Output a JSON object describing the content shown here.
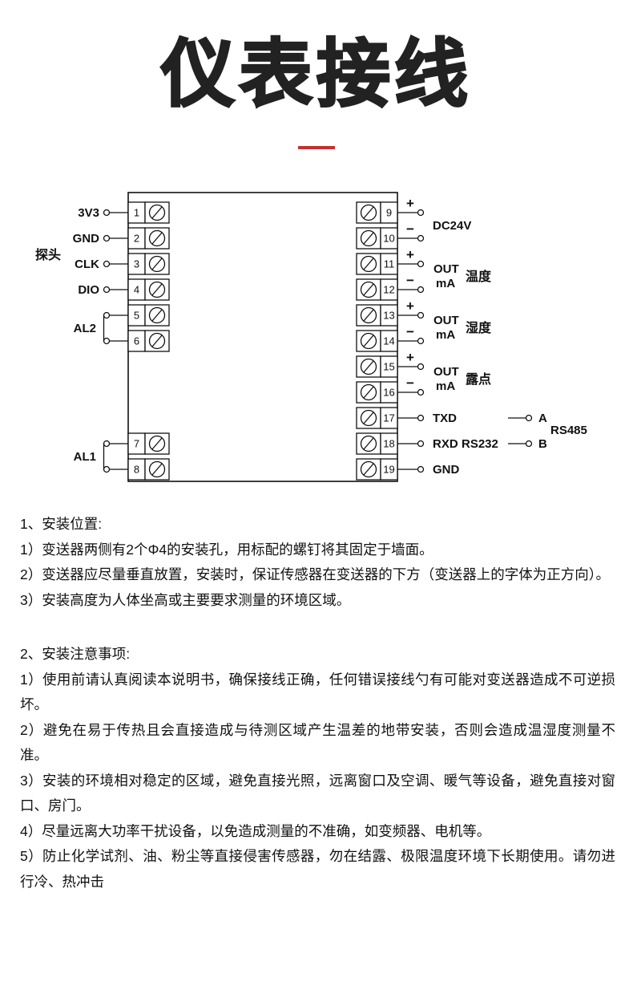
{
  "title": "仪表接线",
  "diagram": {
    "nums": [
      "1",
      "2",
      "3",
      "4",
      "5",
      "6",
      "7",
      "8",
      "9",
      "10",
      "11",
      "12",
      "13",
      "14",
      "15",
      "16",
      "17",
      "18",
      "19"
    ],
    "probe": "探头",
    "left_labels": [
      "3V3",
      "GND",
      "CLK",
      "DIO"
    ],
    "al2": "AL2",
    "al1": "AL1",
    "plus": "+",
    "minus": "−",
    "dc24v": "DC24V",
    "out": "OUT",
    "ma": "mA",
    "ch_temp": "温度",
    "ch_hum": "湿度",
    "ch_dew": "露点",
    "txd": "TXD",
    "rxd": "RXD",
    "rs232": "RS232",
    "gnd": "GND",
    "rs485": "RS485",
    "a": "A",
    "b": "B"
  },
  "accent_color": "#c53030",
  "sections": [
    {
      "heading": "1、安装位置:",
      "items": [
        "1）变送器两侧有2个Φ4的安装孔，用标配的螺钉将其固定于墙面。",
        "2）变送器应尽量垂直放置，安装时，保证传感器在变送器的下方（变送器上的字体为正方向）。",
        "3）安装高度为人体坐高或主要要求测量的环境区域。"
      ]
    },
    {
      "heading": "2、安装注意事项:",
      "items": [
        "1）使用前请认真阅读本说明书，确保接线正确，任何错误接线勺有可能对变送器造成不可逆损坏。",
        "2）避免在易于传热且会直接造成与待测区域产生温差的地带安装，否则会造成温湿度测量不准。",
        "3）安装的环境相对稳定的区域，避免直接光照，远离窗口及空调、暖气等设备，避免直接对窗口、房门。",
        "4）尽量远离大功率干扰设备，以免造成测量的不准确，如变频器、电机等。",
        "5）防止化学试剂、油、粉尘等直接侵害传感器，勿在结露、极限温度环境下长期使用。请勿进行冷、热冲击"
      ]
    }
  ]
}
